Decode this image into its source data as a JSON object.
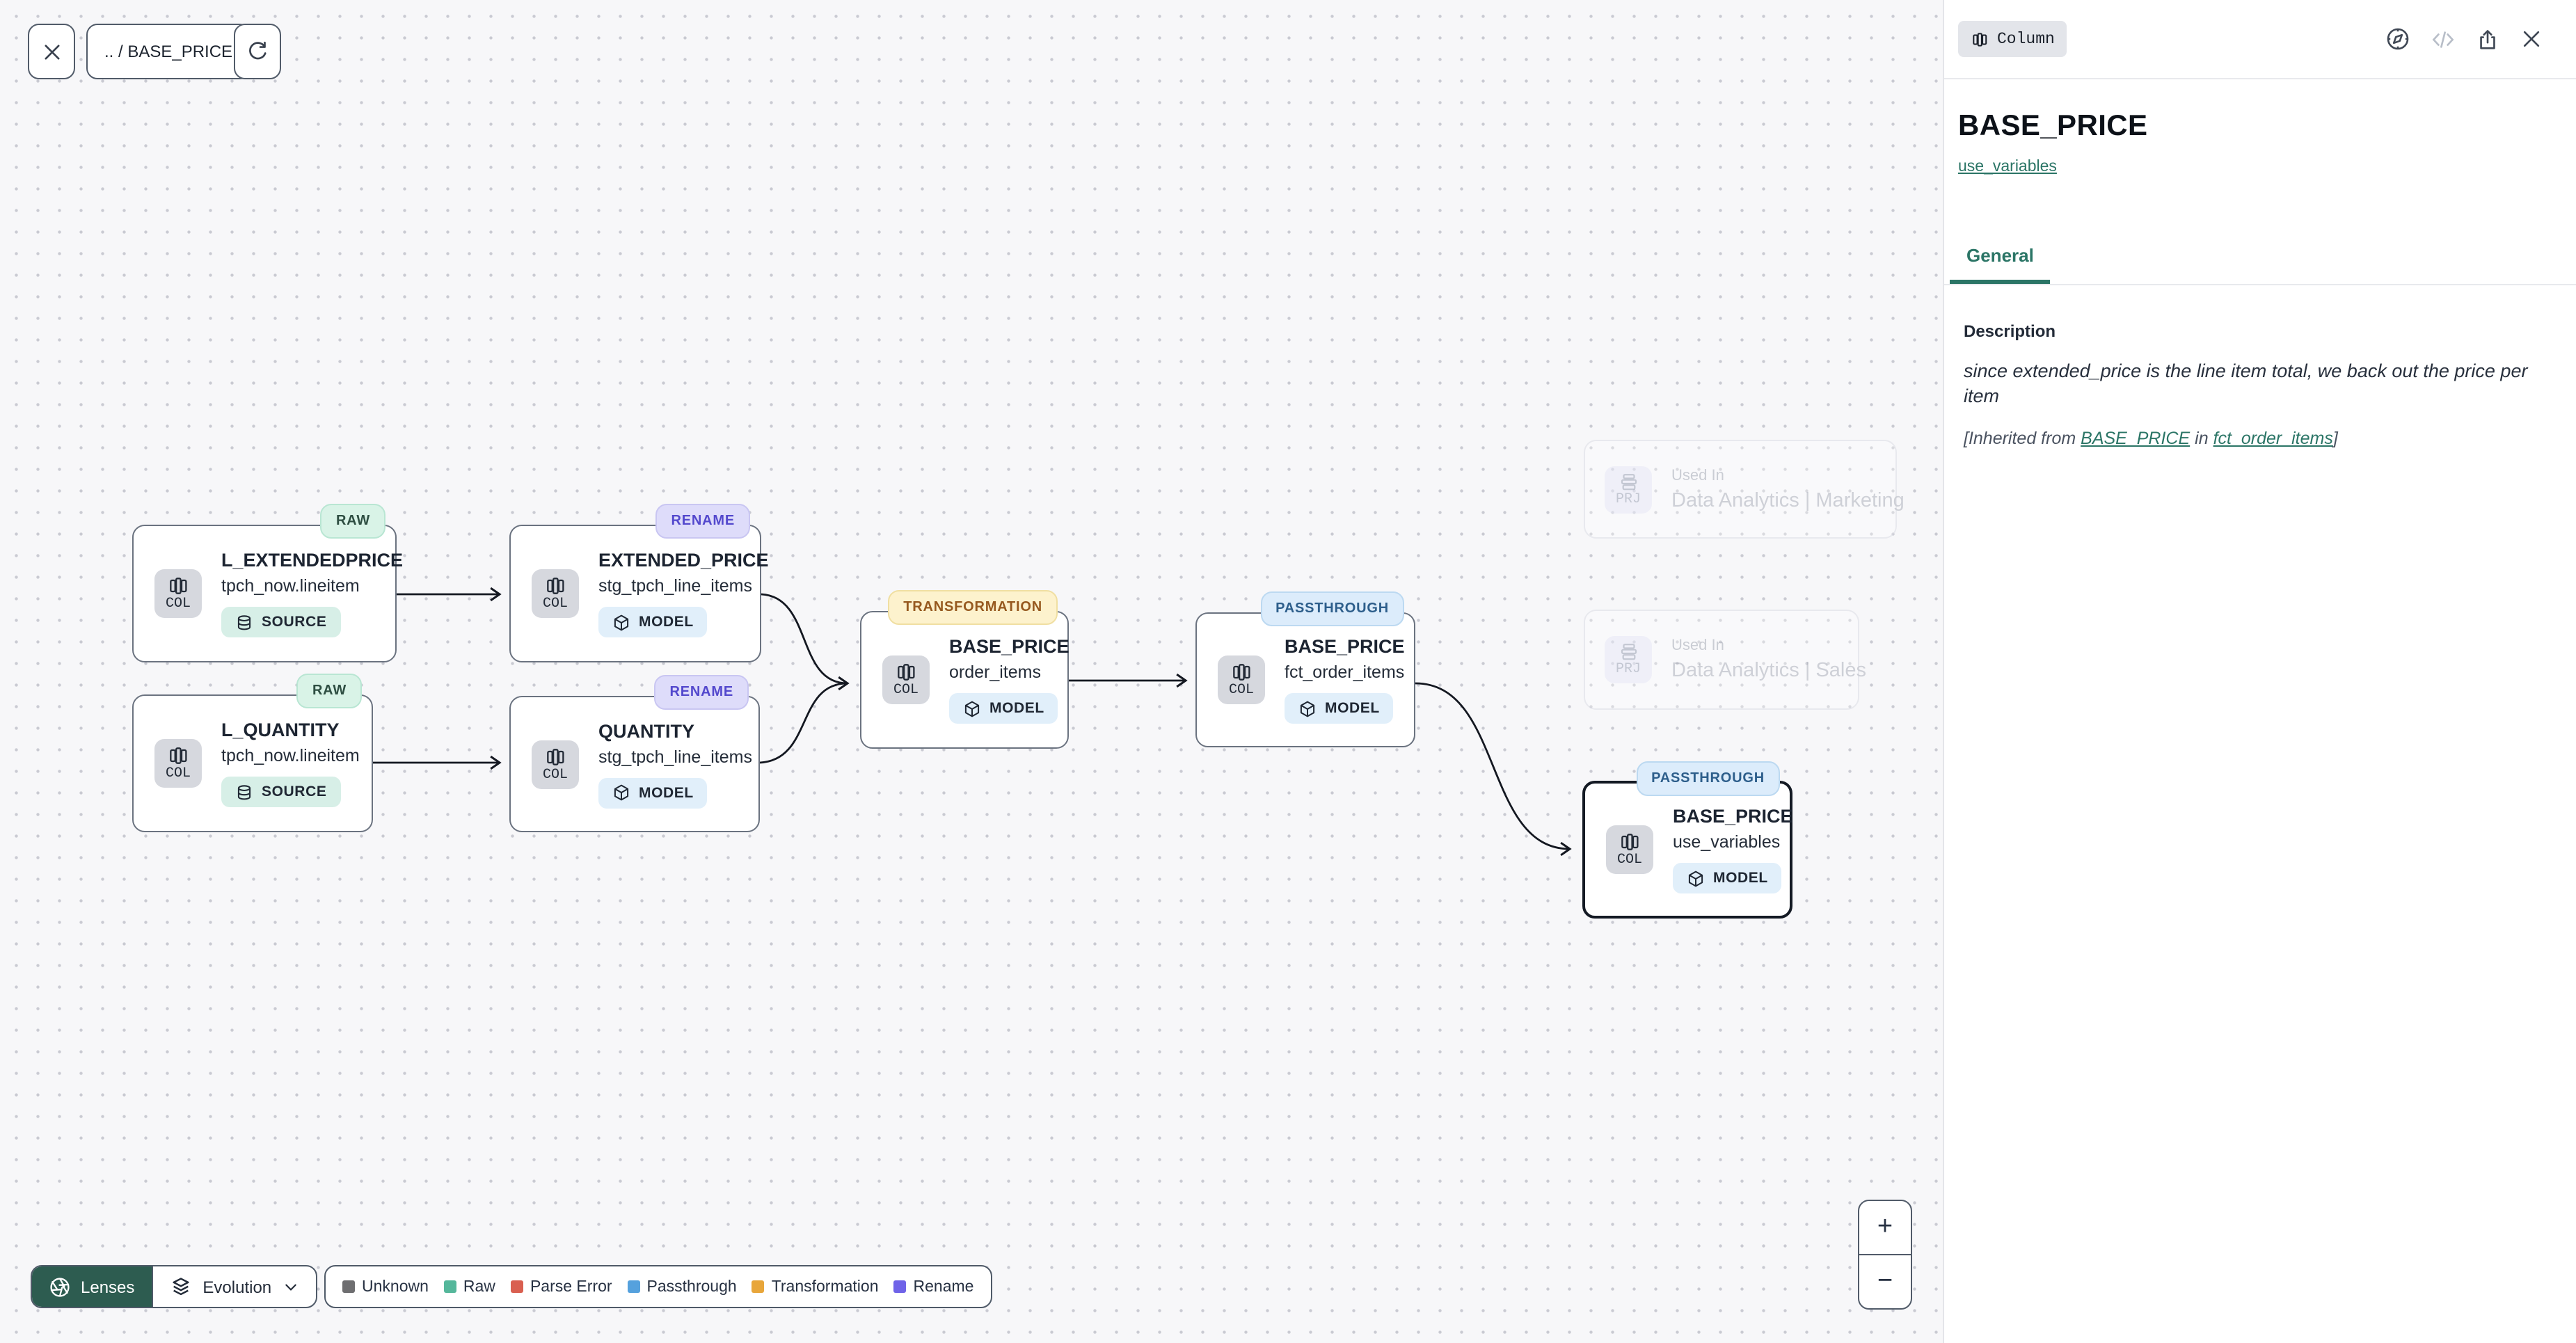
{
  "toolbar": {
    "breadcrumb": ".. / BASE_PRICE"
  },
  "panel": {
    "type_chip": "Column",
    "title": "BASE_PRICE",
    "model_link": "use_variables",
    "tab_general": "General",
    "description_label": "Description",
    "description_text": "since extended_price is the line item total, we back out the price per item",
    "inherited": {
      "prefix": "[Inherited from ",
      "link_column": "BASE_PRICE",
      "middle": " in ",
      "link_model": "fct_order_items",
      "suffix": "]"
    }
  },
  "graph": {
    "nodes": [
      {
        "badge": "RAW",
        "title": "L_EXTENDEDPRICE",
        "subtitle": "tpch_now.lineitem",
        "kind": "SOURCE",
        "icon": "COL"
      },
      {
        "badge": "RENAME",
        "title": "EXTENDED_PRICE",
        "subtitle": "stg_tpch_line_items",
        "kind": "MODEL",
        "icon": "COL"
      },
      {
        "badge": "RAW",
        "title": "L_QUANTITY",
        "subtitle": "tpch_now.lineitem",
        "kind": "SOURCE",
        "icon": "COL"
      },
      {
        "badge": "RENAME",
        "title": "QUANTITY",
        "subtitle": "stg_tpch_line_items",
        "kind": "MODEL",
        "icon": "COL"
      },
      {
        "badge": "TRANSFORMATION",
        "title": "BASE_PRICE",
        "subtitle": "order_items",
        "kind": "MODEL",
        "icon": "COL"
      },
      {
        "badge": "PASSTHROUGH",
        "title": "BASE_PRICE",
        "subtitle": "fct_order_items",
        "kind": "MODEL",
        "icon": "COL"
      },
      {
        "badge": "PASSTHROUGH",
        "title": "BASE_PRICE",
        "subtitle": "use_variables",
        "kind": "MODEL",
        "icon": "COL"
      }
    ],
    "used_in": [
      {
        "icon": "PRJ",
        "label": "Used In",
        "project": "Data Analytics | Marketing"
      },
      {
        "icon": "PRJ",
        "label": "Used In",
        "project": "Data Analytics | Sales"
      }
    ]
  },
  "lenses": {
    "button_label": "Lenses",
    "selected_lens": "Evolution"
  },
  "legend": [
    {
      "label": "Unknown",
      "color": "#6e6e70"
    },
    {
      "label": "Raw",
      "color": "#55b79b"
    },
    {
      "label": "Parse Error",
      "color": "#d95f50"
    },
    {
      "label": "Passthrough",
      "color": "#55a1dd"
    },
    {
      "label": "Transformation",
      "color": "#e8a63a"
    },
    {
      "label": "Rename",
      "color": "#6f63e8"
    }
  ],
  "zoom_controls": {
    "zoom_in": "+",
    "zoom_out": "−"
  },
  "colors": {
    "accent_teal": "#2b7566",
    "lenses_button": "#2d5c50",
    "canvas_bg": "#f7f7f9",
    "node_border": "#6b7380",
    "selected_border": "#141a24"
  }
}
